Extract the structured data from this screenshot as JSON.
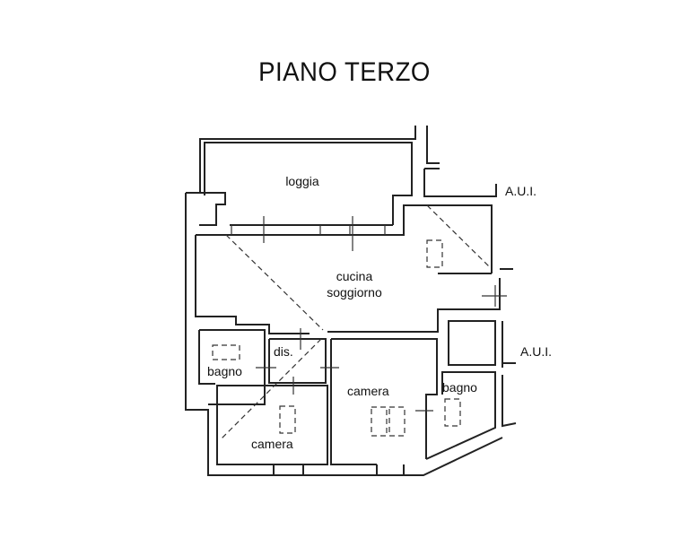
{
  "title": "PIANO TERZO",
  "rooms": {
    "loggia": "loggia",
    "cucina": "cucina",
    "soggiorno": "soggiorno",
    "dis": "dis.",
    "bagno_left": "bagno",
    "camera_left": "camera",
    "camera_center": "camera",
    "bagno_right": "bagno"
  },
  "labels": {
    "aui_top": "A.U.I.",
    "aui_bottom": "A.U.I."
  }
}
